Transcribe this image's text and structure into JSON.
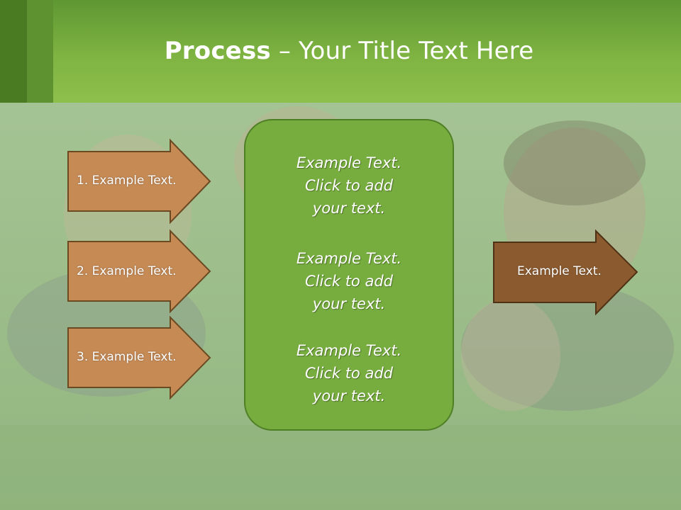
{
  "slide": {
    "title_bold": "Process",
    "title_rest": " – Your Title Text Here"
  },
  "left_arrows": [
    {
      "label": "1. Example Text."
    },
    {
      "label": "2. Example Text."
    },
    {
      "label": "3. Example Text."
    }
  ],
  "center_panel": {
    "blocks": [
      {
        "line1": "Example Text.",
        "line2": "Click  to add",
        "line3": "your text."
      },
      {
        "line1": "Example Text.",
        "line2": "Click  to add",
        "line3": "your text."
      },
      {
        "line1": "Example Text.",
        "line2": "Click  to add",
        "line3": "your text."
      }
    ]
  },
  "right_arrow": {
    "label": "Example Text."
  },
  "colors": {
    "header_green": "#7fb442",
    "panel_green": "#77ad3f",
    "arrow_tan": "#c68a55",
    "arrow_brown": "#8b5a2f"
  }
}
